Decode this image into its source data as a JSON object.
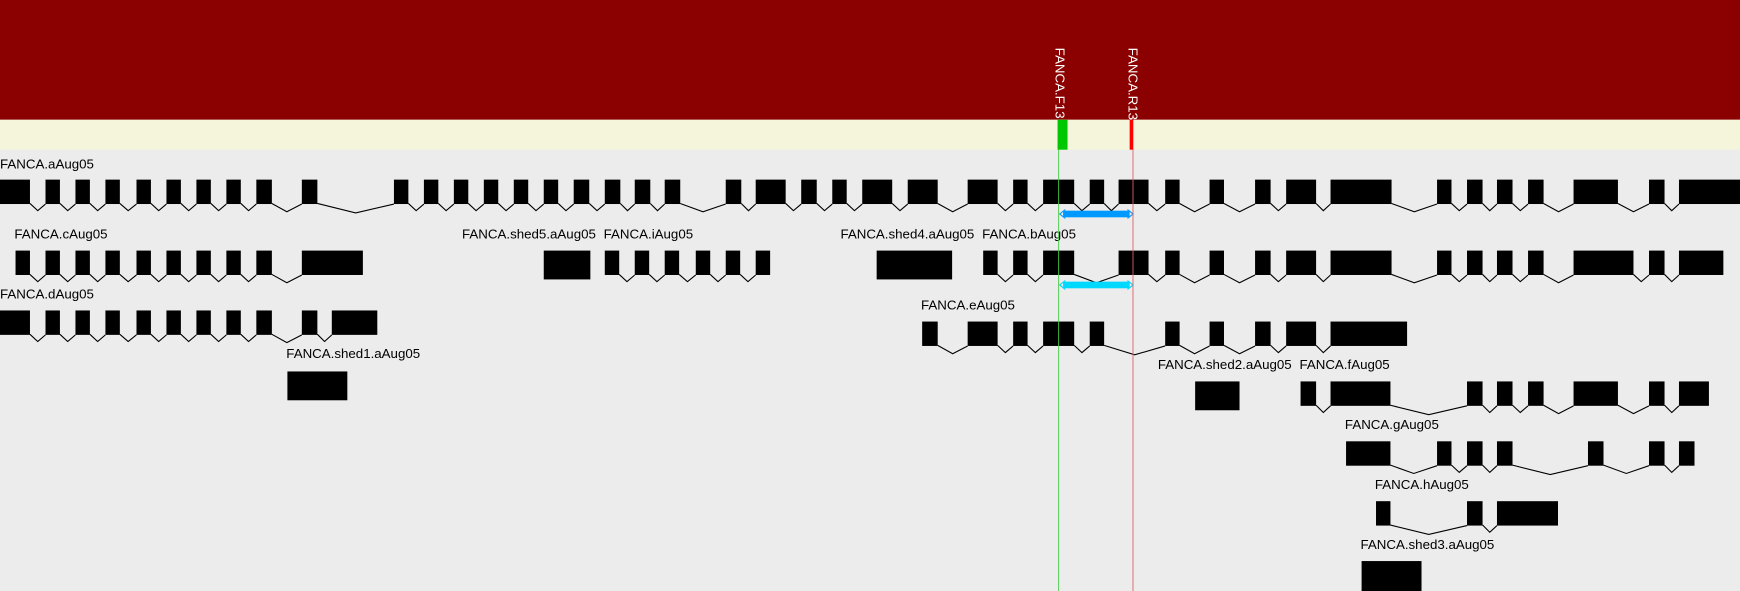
{
  "colors": {
    "header": "#8b0000",
    "marker_band": "#f5f5dc",
    "track_bg": "#ececec",
    "forward_primer": "#00c800",
    "reverse_primer": "#ff0000",
    "amplicon_1": "#0099ff",
    "amplicon_2": "#00d8ff"
  },
  "primers": [
    {
      "name": "FANCA.F13",
      "icon": "forward-primer-marker"
    },
    {
      "name": "FANCA.R13",
      "icon": "reverse-primer-marker"
    }
  ],
  "transcripts": [
    {
      "name": "FANCA.aAug05"
    },
    {
      "name": "FANCA.cAug05"
    },
    {
      "name": "FANCA.shed5.aAug05"
    },
    {
      "name": "FANCA.iAug05"
    },
    {
      "name": "FANCA.shed4.aAug05"
    },
    {
      "name": "FANCA.bAug05"
    },
    {
      "name": "FANCA.dAug05"
    },
    {
      "name": "FANCA.eAug05"
    },
    {
      "name": "FANCA.shed1.aAug05"
    },
    {
      "name": "FANCA.shed2.aAug05"
    },
    {
      "name": "FANCA.fAug05"
    },
    {
      "name": "FANCA.gAug05"
    },
    {
      "name": "FANCA.hAug05"
    },
    {
      "name": "FANCA.shed3.aAug05"
    }
  ]
}
